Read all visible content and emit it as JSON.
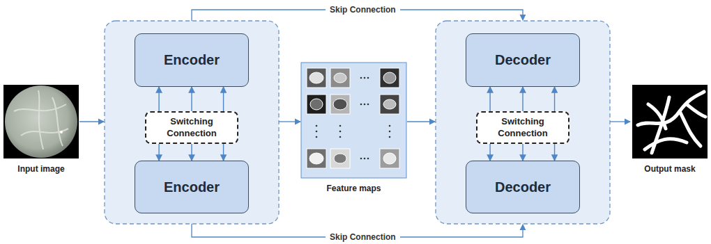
{
  "diagram": {
    "nodes": [
      {
        "text": [
          "Input image"
        ]
      },
      {
        "text": [
          "Encoder"
        ]
      },
      {
        "text": [
          "Switching Connection"
        ]
      },
      {
        "text": [
          "Encoder"
        ]
      },
      {
        "text": [
          "Feature maps"
        ]
      },
      {
        "text": [
          "Decoder"
        ]
      },
      {
        "text": [
          "Switching Connection"
        ]
      },
      {
        "text": [
          "Decoder"
        ]
      },
      {
        "text": [
          "Output mask"
        ]
      }
    ],
    "edges": [
      {
        "from": 2,
        "to": 1,
        "arrow": "to"
      },
      {
        "from": 2,
        "to": 1,
        "arrow": "to"
      },
      {
        "from": 2,
        "to": 1,
        "arrow": "to"
      },
      {
        "from": 2,
        "to": 3,
        "arrow": "to"
      },
      {
        "from": 2,
        "to": 3,
        "arrow": "to"
      },
      {
        "from": 2,
        "to": 3,
        "arrow": "to"
      },
      {
        "from": 6,
        "to": 5,
        "arrow": "to"
      },
      {
        "from": 6,
        "to": 5,
        "arrow": "to"
      },
      {
        "from": 6,
        "to": 5,
        "arrow": "to"
      },
      {
        "from": 6,
        "to": 7,
        "arrow": "to"
      },
      {
        "from": 6,
        "to": 7,
        "arrow": "to"
      },
      {
        "from": 6,
        "to": 7,
        "arrow": "to"
      }
    ],
    "labels": [
      "Skip Connection",
      "Skip Connection"
    ]
  }
}
